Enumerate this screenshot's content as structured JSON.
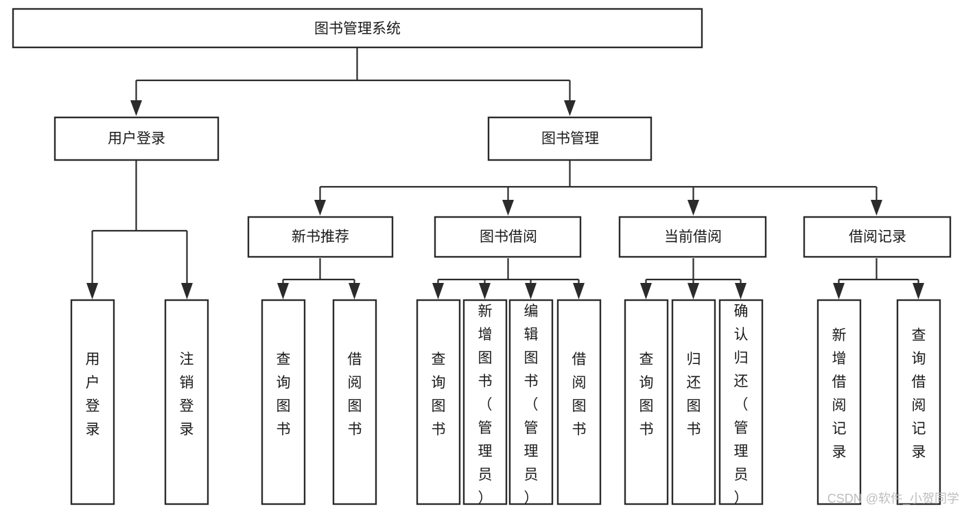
{
  "diagram": {
    "title": "图书管理系统",
    "type": "hierarchy-tree",
    "root": {
      "id": "root",
      "label": "图书管理系统"
    },
    "level1": [
      {
        "id": "user-login",
        "label": "用户登录"
      },
      {
        "id": "book-management",
        "label": "图书管理"
      }
    ],
    "level2": [
      {
        "id": "new-book-recommend",
        "label": "新书推荐",
        "parent": "book-management"
      },
      {
        "id": "book-borrow",
        "label": "图书借阅",
        "parent": "book-management"
      },
      {
        "id": "current-borrow",
        "label": "当前借阅",
        "parent": "book-management"
      },
      {
        "id": "borrow-record",
        "label": "借阅记录",
        "parent": "book-management"
      }
    ],
    "leaves": [
      {
        "id": "leaf-user-login",
        "label": "用户登录",
        "parent": "user-login"
      },
      {
        "id": "leaf-logout",
        "label": "注销登录",
        "parent": "user-login"
      },
      {
        "id": "leaf-query-book-1",
        "label": "查询图书",
        "parent": "new-book-recommend"
      },
      {
        "id": "leaf-borrow-book-1",
        "label": "借阅图书",
        "parent": "new-book-recommend"
      },
      {
        "id": "leaf-query-book-2",
        "label": "查询图书",
        "parent": "book-borrow"
      },
      {
        "id": "leaf-add-book",
        "label": "新增图书（管理员）",
        "parent": "book-borrow"
      },
      {
        "id": "leaf-edit-book",
        "label": "编辑图书（管理员）",
        "parent": "book-borrow"
      },
      {
        "id": "leaf-borrow-book-2",
        "label": "借阅图书",
        "parent": "book-borrow"
      },
      {
        "id": "leaf-query-book-3",
        "label": "查询图书",
        "parent": "current-borrow"
      },
      {
        "id": "leaf-return-book",
        "label": "归还图书",
        "parent": "current-borrow"
      },
      {
        "id": "leaf-confirm-return",
        "label": "确认归还（管理员）",
        "parent": "current-borrow"
      },
      {
        "id": "leaf-add-record",
        "label": "新增借阅记录",
        "parent": "borrow-record"
      },
      {
        "id": "leaf-query-record",
        "label": "查询借阅记录",
        "parent": "borrow-record"
      }
    ],
    "watermark": "CSDN @软件_小贺同学",
    "colors": {
      "box_stroke": "#2b2b2b",
      "box_fill": "#ffffff",
      "text": "#1a1a1a",
      "watermark": "#bdbdbd",
      "background": "#ffffff"
    }
  }
}
